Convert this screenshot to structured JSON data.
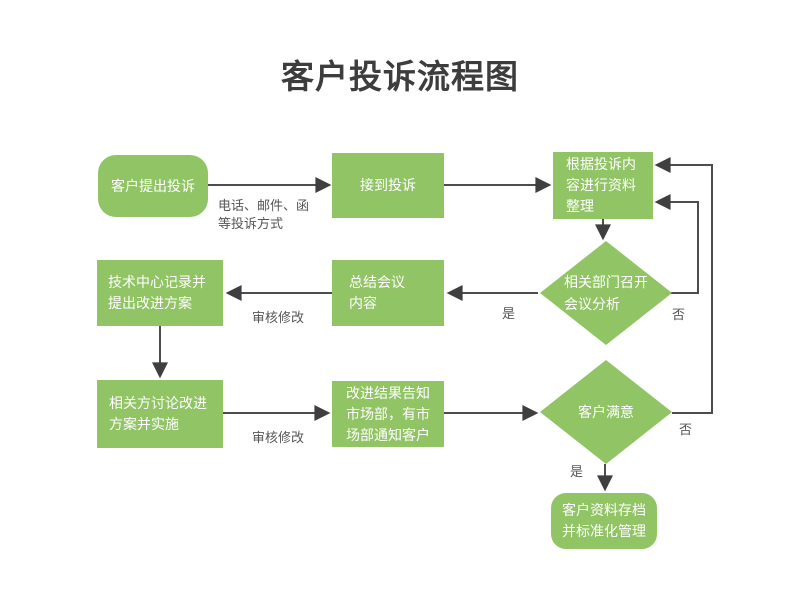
{
  "title": "客户投诉流程图",
  "colors": {
    "node_green": "#90C464",
    "line": "#4d4d4d",
    "arrowhead": "#3f3f3f",
    "edge_label_text": "#555555",
    "title_text": "#3d3d3d",
    "node_text": "#ffffff",
    "background": "#ffffff"
  },
  "nodes": {
    "start": {
      "label": "客户提出投诉",
      "shape": "terminator"
    },
    "receive": {
      "label": "接到投诉",
      "shape": "process"
    },
    "organize": {
      "label": "根据投诉内\n容进行资料\n整理",
      "shape": "process"
    },
    "meeting": {
      "label": "相关部门召开\n会议分析",
      "shape": "decision"
    },
    "summary": {
      "label": "总结会议\n内容",
      "shape": "process"
    },
    "record": {
      "label": "技术中心记录并\n提出改进方案",
      "shape": "process"
    },
    "discuss": {
      "label": "相关方讨论改进\n方案并实施",
      "shape": "process"
    },
    "notify": {
      "label": "改进结果告知\n市场部，有市\n场部通知客户",
      "shape": "process"
    },
    "satisfied": {
      "label": "客户满意",
      "shape": "decision"
    },
    "archive": {
      "label": "客户资料存档\n并标准化管理",
      "shape": "terminator"
    }
  },
  "edges": [
    {
      "from": "start",
      "to": "receive",
      "label": "电话、邮件、函\n等投诉方式"
    },
    {
      "from": "receive",
      "to": "organize",
      "label": ""
    },
    {
      "from": "organize",
      "to": "meeting",
      "label": ""
    },
    {
      "from": "meeting",
      "to": "summary",
      "label": "是"
    },
    {
      "from": "summary",
      "to": "record",
      "label": "审核修改"
    },
    {
      "from": "record",
      "to": "discuss",
      "label": ""
    },
    {
      "from": "discuss",
      "to": "notify",
      "label": "审核修改"
    },
    {
      "from": "notify",
      "to": "satisfied",
      "label": ""
    },
    {
      "from": "meeting",
      "to": "organize",
      "label": "否"
    },
    {
      "from": "satisfied",
      "to": "organize",
      "label": "否"
    },
    {
      "from": "satisfied",
      "to": "archive",
      "label": "是"
    }
  ]
}
